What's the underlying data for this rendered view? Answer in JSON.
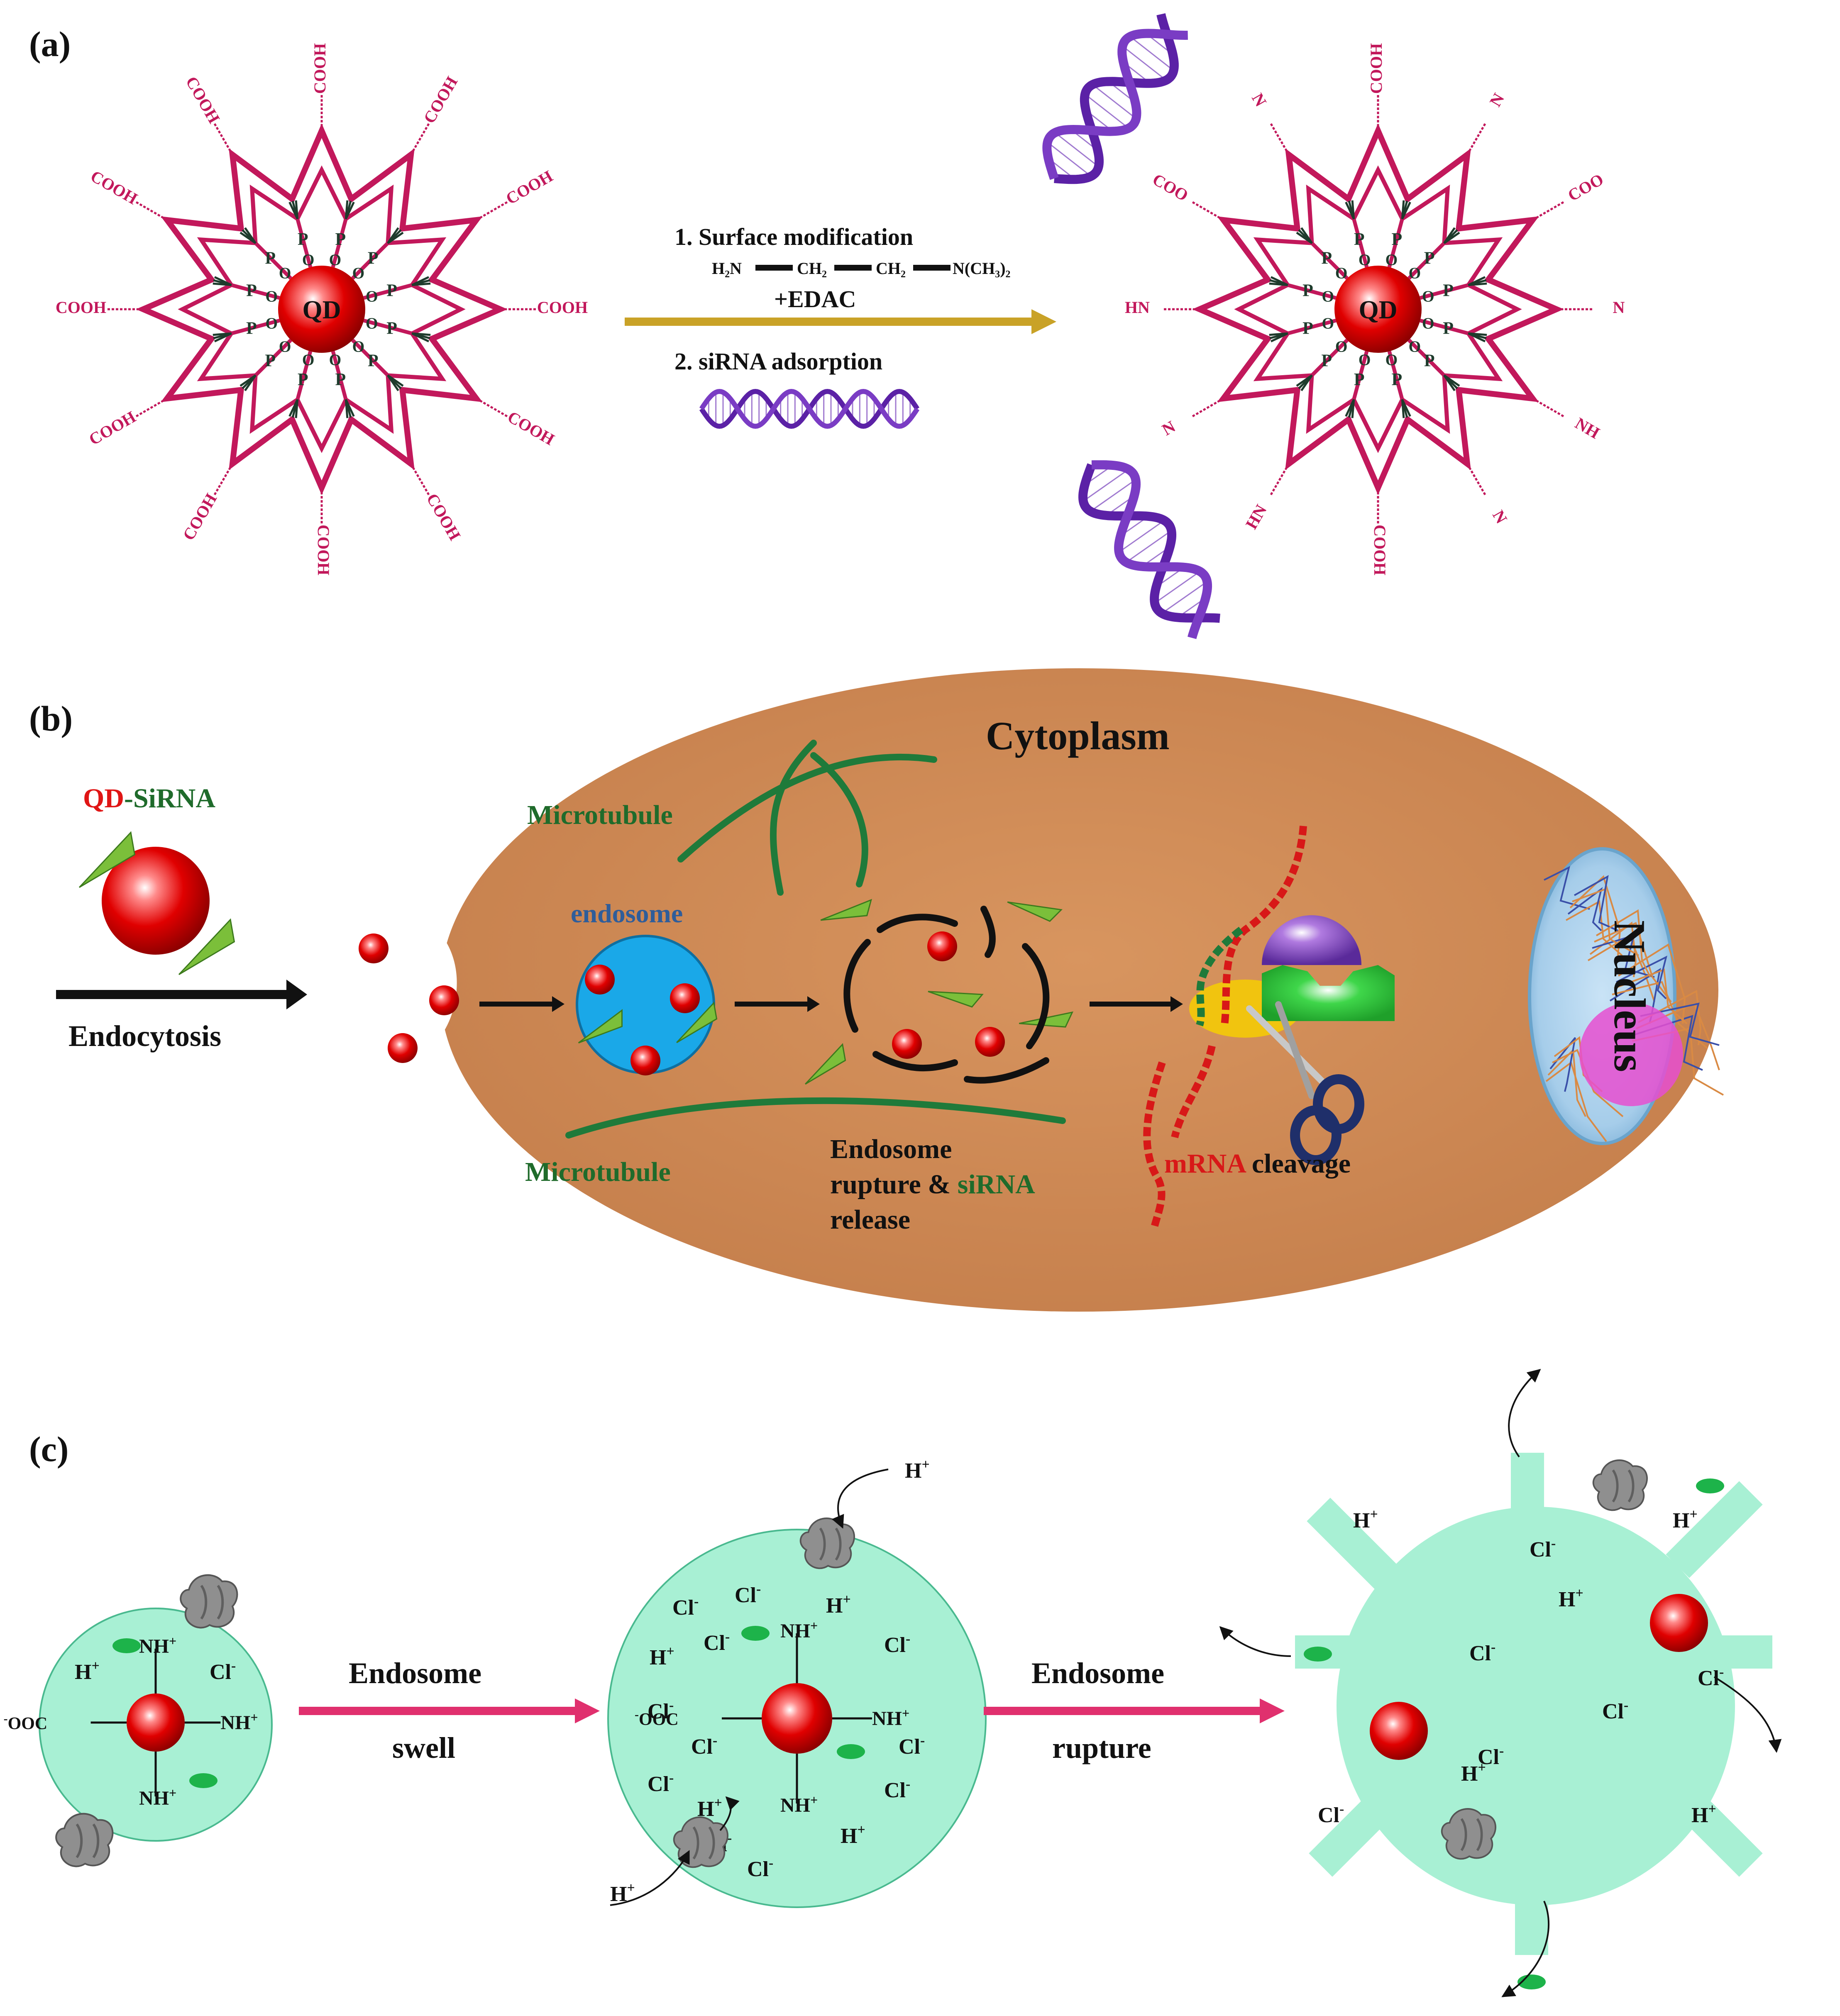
{
  "panels": [
    {
      "letter": "(a)"
    },
    {
      "letter": "(b)"
    },
    {
      "letter": "(c)"
    }
  ],
  "colors": {
    "magenta": "#c2185b",
    "dark_green": "#1e3b2c",
    "qd_red": "#e00000",
    "helix_purple": "#5b21a6",
    "cytoplasm": "#d08a58",
    "microtubule": "#1f7a3a",
    "endosome_blue": "#1aa8e8",
    "endosome_mint": "#a8f0d4",
    "arrow_gold": "#c9a227",
    "arrow_pink": "#e0306e",
    "label_green": "#1f6b2b",
    "label_blue": "#2f5d9a",
    "label_red": "#d81818"
  },
  "panel_a": {
    "qd_label": "QD",
    "left_groups": [
      "COOH",
      "COOH",
      "COOH",
      "COOH",
      "COOH",
      "COOH",
      "COOH",
      "COOH",
      "COOH",
      "COOH",
      "COOH",
      "COOH"
    ],
    "right_groups": [
      "COOH",
      "N",
      "COO",
      "N",
      "NH",
      "N",
      "COOH",
      "HN",
      "N",
      "HN",
      "COO",
      "N"
    ],
    "ligand_atoms": {
      "p": "P",
      "o": "O"
    },
    "step1_title": "1. Surface modification",
    "step1_formula": {
      "a": "H₂N",
      "b": "CH₂",
      "c": "CH₂",
      "d": "N(CH₃)₂"
    },
    "step1_reagent": "+EDAC",
    "step2_title": "2. siRNA adsorption"
  },
  "panel_b": {
    "cytoplasm": "Cytoplasm",
    "qd_sirna": {
      "qd": "QD",
      "sep": "-SiRNA"
    },
    "endocytosis": "Endocytosis",
    "endosome": "endosome",
    "microtubule_top": "Microtubule",
    "microtubule_bottom": "Microtubule",
    "rupture_lines": {
      "l1": "Endosome",
      "l2a": "rupture & ",
      "l2b": "siRNA",
      "l3": "release"
    },
    "cleavage": {
      "mrna": "mRNA",
      "rest": " cleavage"
    },
    "nucleus": "Nucleus"
  },
  "panel_c": {
    "arrow1": {
      "l1": "Endosome",
      "l2": "swell"
    },
    "arrow2": {
      "l1": "Endosome",
      "l2": "rupture"
    },
    "ions": {
      "h": "H",
      "cl": "Cl",
      "nh": "NH",
      "ooc": "OOC"
    },
    "charge": {
      "plus": "+",
      "minus": "-"
    }
  }
}
